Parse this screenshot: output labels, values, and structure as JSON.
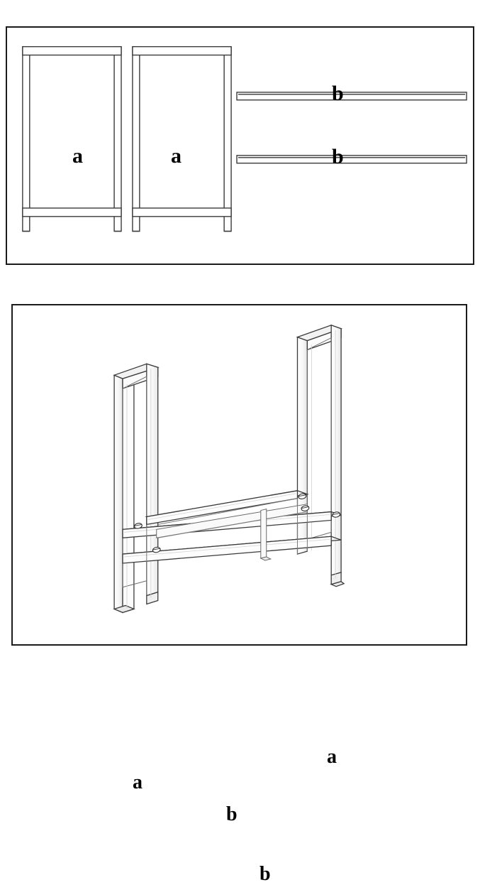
{
  "document": {
    "type": "assembly-instruction-diagram",
    "subject": "firewood rack frame",
    "background_color": "#ffffff",
    "line_color": "#3a3a3a",
    "border_color": "#1b1b1b",
    "label_color": "#000000"
  },
  "panels": [
    {
      "id": "parts",
      "name": "exploded-parts-panel",
      "description": "flat parts laid out before assembly"
    },
    {
      "id": "assembly",
      "name": "assembled-view-panel",
      "description": "isometric view of the assembled rack"
    }
  ],
  "parts_panel": {
    "labels": [
      {
        "id": "a1",
        "text": "a",
        "part": "side-frame-left"
      },
      {
        "id": "a2",
        "text": "a",
        "part": "side-frame-right"
      },
      {
        "id": "b1",
        "text": "b",
        "part": "upper-rail"
      },
      {
        "id": "b2",
        "text": "b",
        "part": "lower-rail"
      }
    ]
  },
  "assembly_panel": {
    "labels": [
      {
        "id": "a3",
        "text": "a",
        "part": "side-frame-left"
      },
      {
        "id": "a4",
        "text": "a",
        "part": "side-frame-right"
      },
      {
        "id": "b3",
        "text": "b",
        "part": "upper-rail"
      },
      {
        "id": "b4",
        "text": "b",
        "part": "lower-rail"
      }
    ]
  },
  "part_list": [
    {
      "key": "a",
      "name": "side frame",
      "quantity": 2
    },
    {
      "key": "b",
      "name": "cross rail",
      "quantity": 2
    }
  ]
}
